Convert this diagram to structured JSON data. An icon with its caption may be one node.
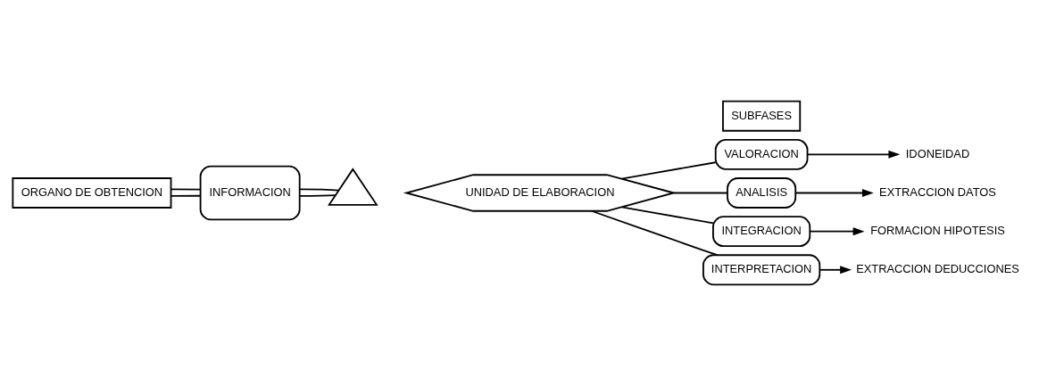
{
  "diagram": {
    "nodes": [
      {
        "text": [
          "ORGANO DE OBTENCION"
        ]
      },
      {
        "text": [
          "INFORMACION"
        ]
      },
      {
        "text": [],
        "shape": "triangle"
      },
      {
        "text": [
          "UNIDAD DE ELABORACION"
        ]
      },
      {
        "text": [
          "SUBFASES"
        ]
      },
      {
        "text": [
          "VALORACION"
        ]
      },
      {
        "text": [
          "ANALISIS"
        ]
      },
      {
        "text": [
          "INTEGRACION"
        ]
      },
      {
        "text": [
          "INTERPRETACION"
        ]
      },
      {
        "text": [
          "IDONEIDAD"
        ]
      },
      {
        "text": [
          "EXTRACCION DATOS"
        ]
      },
      {
        "text": [
          "FORMACION HIPOTESIS"
        ]
      },
      {
        "text": [
          "EXTRACCION DEDUCCIONES"
        ]
      }
    ],
    "edges": [
      {
        "from": 0,
        "to": 1,
        "arrow": "none"
      },
      {
        "from": 0,
        "to": 1,
        "arrow": "none"
      },
      {
        "from": 1,
        "to": 2,
        "arrow": "none"
      },
      {
        "from": 1,
        "to": 2,
        "arrow": "none"
      },
      {
        "from": 3,
        "to": 5,
        "arrow": "none"
      },
      {
        "from": 3,
        "to": 6,
        "arrow": "none"
      },
      {
        "from": 3,
        "to": 7,
        "arrow": "none"
      },
      {
        "from": 3,
        "to": 8,
        "arrow": "none"
      },
      {
        "from": 5,
        "to": 9,
        "arrow": "to"
      },
      {
        "from": 6,
        "to": 10,
        "arrow": "to"
      },
      {
        "from": 7,
        "to": 11,
        "arrow": "to"
      },
      {
        "from": 8,
        "to": 12,
        "arrow": "to"
      }
    ]
  }
}
